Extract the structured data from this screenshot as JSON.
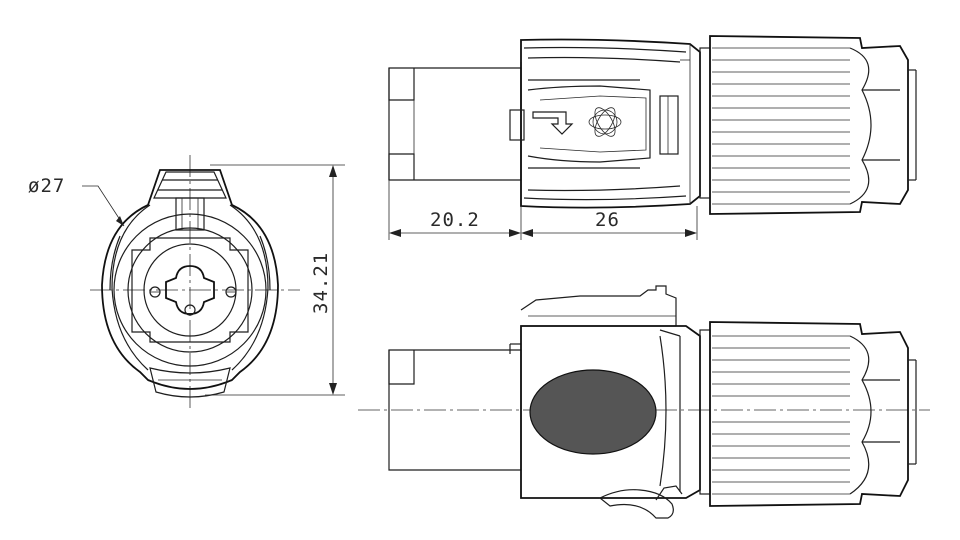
{
  "drawing": {
    "dimensions": {
      "diameter_label": "ø27",
      "height_label": "34.21",
      "length_front_label": "20.2",
      "length_body_label": "26"
    },
    "colors": {
      "line": "#1e1e1e",
      "background": "#ffffff",
      "oval_fill": "#555555"
    }
  }
}
